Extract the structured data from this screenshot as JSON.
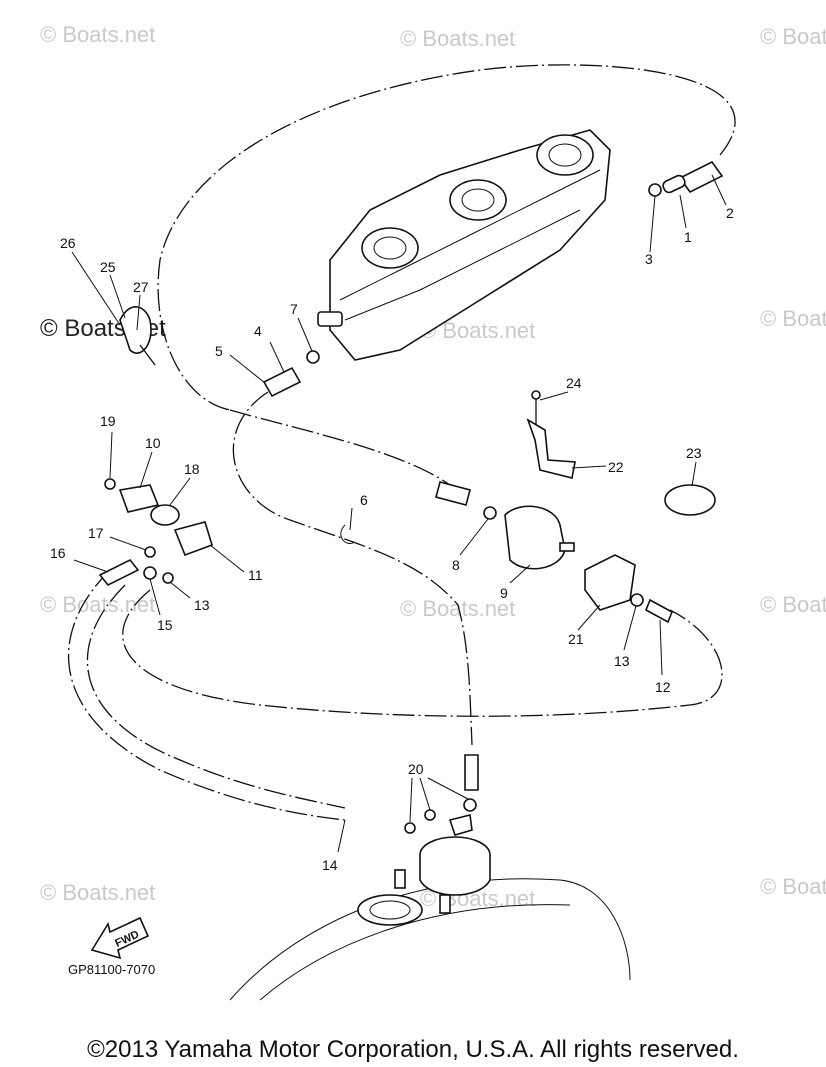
{
  "watermark": "© Boats.net",
  "callouts": {
    "c1": "1",
    "c2": "2",
    "c3": "3",
    "c4": "4",
    "c5": "5",
    "c6": "6",
    "c7": "7",
    "c8": "8",
    "c9": "9",
    "c10": "10",
    "c11": "11",
    "c12": "12",
    "c13a": "13",
    "c13b": "13",
    "c14": "14",
    "c15": "15",
    "c16": "16",
    "c17": "17",
    "c18": "18",
    "c19": "19",
    "c20": "20",
    "c21": "21",
    "c22": "22",
    "c23": "23",
    "c24": "24",
    "c25": "25",
    "c26": "26",
    "c27": "27"
  },
  "fwd_label": "FWD",
  "diagram_code": "GP81100-7070",
  "copyright": "©2013 Yamaha Motor Corporation, U.S.A. All rights reserved."
}
